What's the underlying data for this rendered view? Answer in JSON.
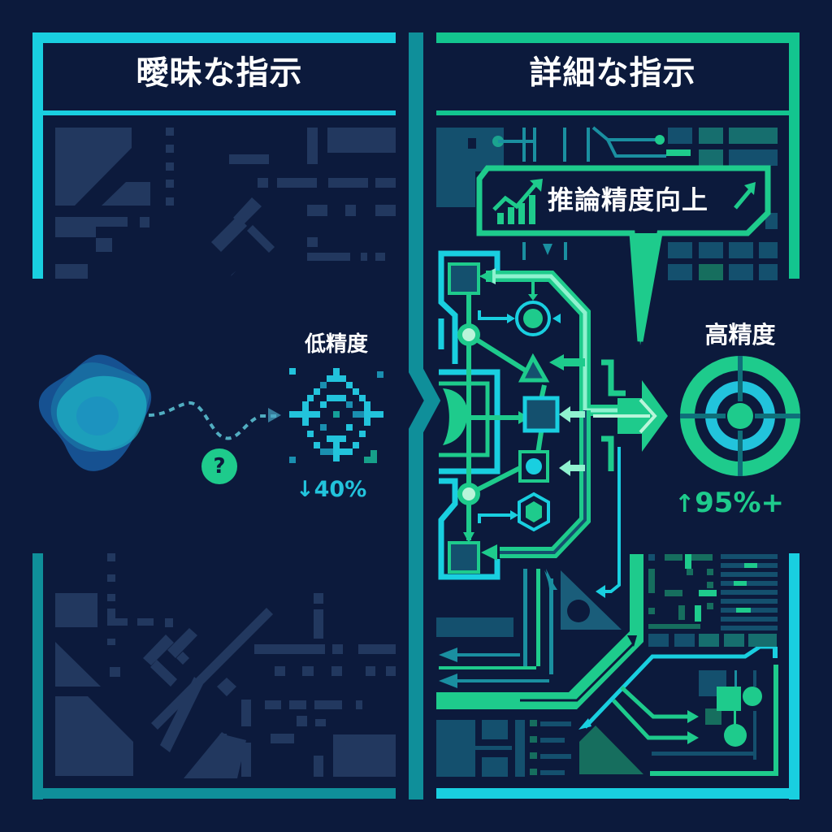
{
  "left_panel": {
    "title": "曖昧な指示",
    "accuracy_label": "低精度",
    "stat_icon": "arrow-down-icon",
    "stat_arrow": "↓",
    "stat_value": "40%",
    "question_mark": "?",
    "frame_color": "#19cfe0",
    "stat_color": "#22c3dc"
  },
  "right_panel": {
    "title": "詳細な指示",
    "callout": {
      "icon": "trending-up-chart-icon",
      "text": "推論精度向上",
      "trailing_icon": "arrow-up-right-icon"
    },
    "accuracy_label": "高精度",
    "stat_icon": "arrow-up-icon",
    "stat_arrow": "↑",
    "stat_value": "95%+",
    "frame_color": "#13c58f",
    "stat_color": "#1ecb8c"
  },
  "colors": {
    "background": "#0c1a3c",
    "cyan": "#19cfe0",
    "green": "#1ecb8c",
    "teal": "#0f8f9a",
    "muted_block": "#22385f"
  }
}
